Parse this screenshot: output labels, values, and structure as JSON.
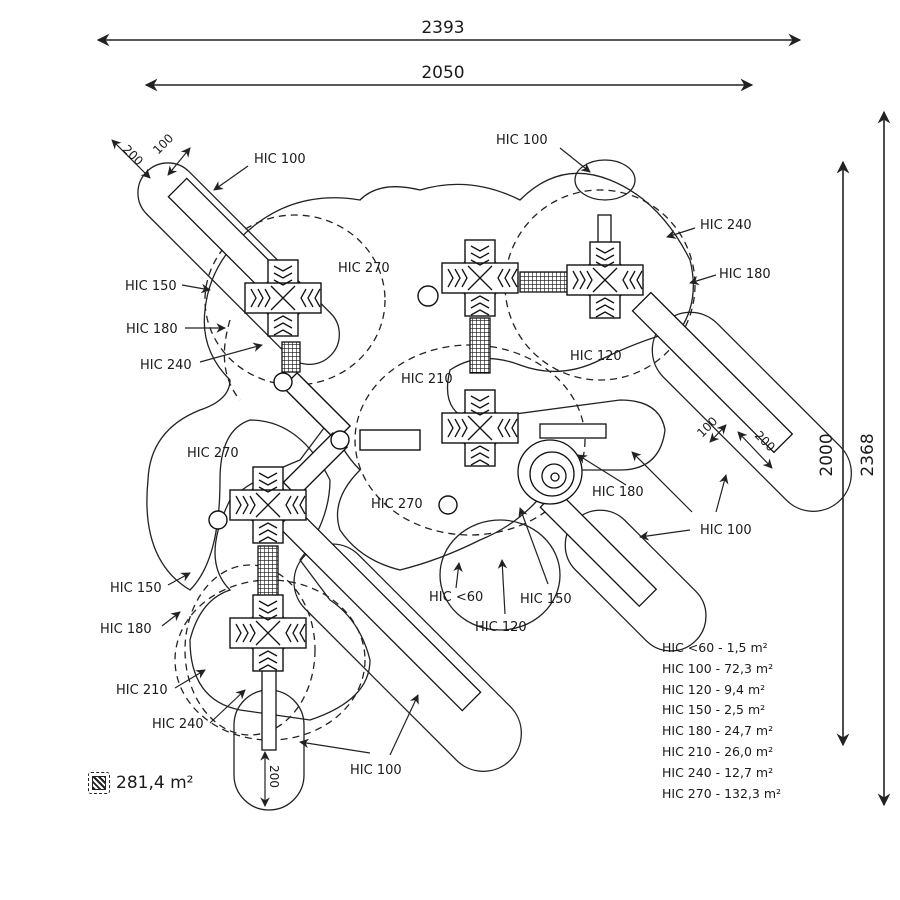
{
  "dimensions": {
    "overall_width": "2393",
    "zone_width": "2050",
    "zone_height": "2000",
    "overall_height": "2368",
    "slide_runout_1": "200",
    "slide_runout_2": "100",
    "slide_runout_3": "100",
    "slide_runout_4": "200",
    "slide_runout_5": "200"
  },
  "zone_labels": {
    "nw_hic100": "HIC 100",
    "nw_hic270": "HIC 270",
    "nw_hic150": "HIC 150",
    "nw_hic180": "HIC 180",
    "nw_hic240": "HIC 240",
    "ne_hic100": "HIC 100",
    "ne_hic240": "HIC 240",
    "ne_hic180": "HIC 180",
    "ne_hic120": "HIC 120",
    "c_hic210": "HIC 210",
    "w_hic270": "HIC 270",
    "c_hic270": "HIC 270",
    "e_hic180": "HIC 180",
    "e_hic100": "HIC 100",
    "s_hic60": "HIC <60",
    "s_hic150": "HIC 150",
    "s_hic120": "HIC 120",
    "sw_hic150": "HIC 150",
    "sw_hic180": "HIC 180",
    "sw_hic210": "HIC 210",
    "sw_hic240": "HIC 240",
    "sw_hic100": "HIC 100"
  },
  "legend": [
    "HIC <60 - 1,5 m²",
    "HIC 100 - 72,3 m²",
    "HIC 120 - 9,4 m²",
    "HIC 150 - 2,5 m²",
    "HIC 180 - 24,7 m²",
    "HIC 210 - 26,0 m²",
    "HIC 240 - 12,7 m²",
    "HIC 270 - 132,3 m²"
  ],
  "total_area": "281,4 m²",
  "icons": {
    "total_area_icon": "hatched-square-icon"
  }
}
